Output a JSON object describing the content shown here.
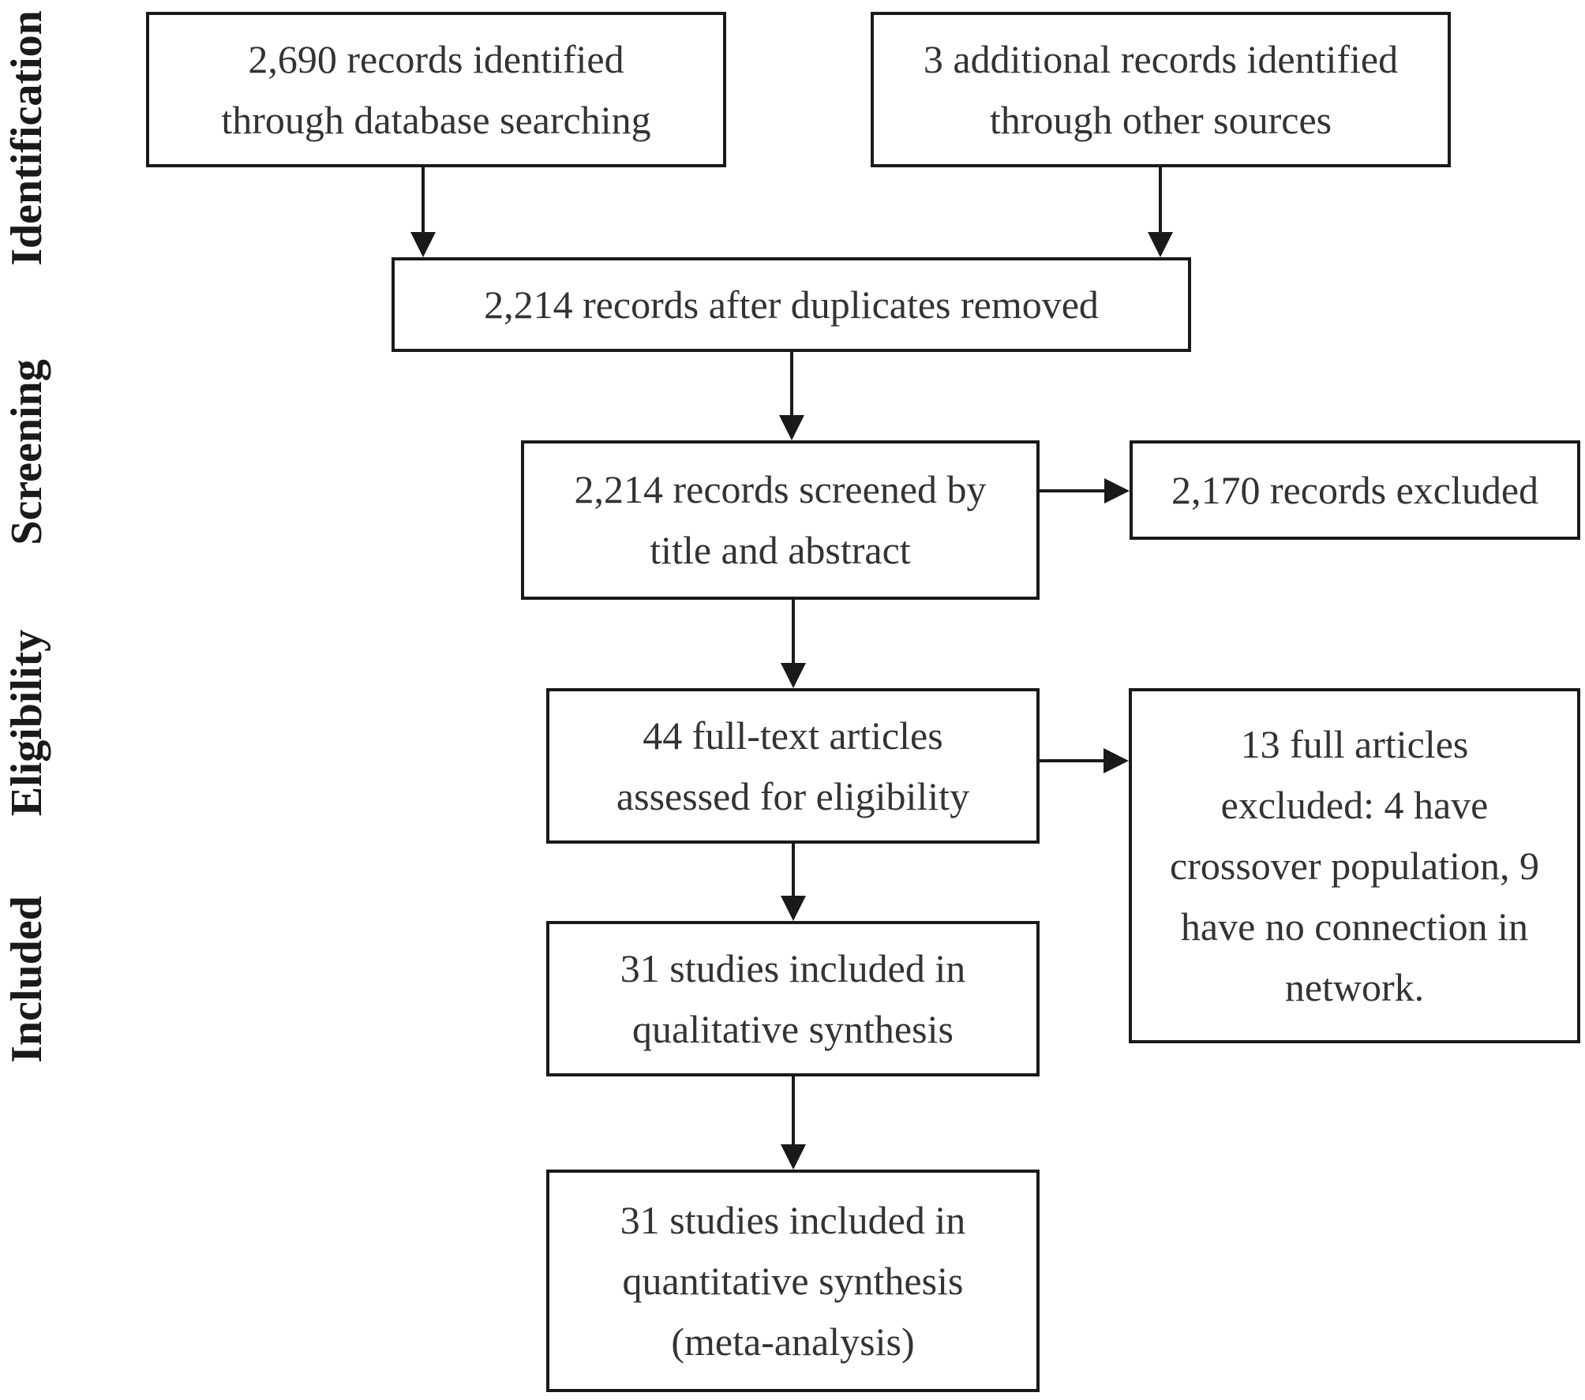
{
  "stages": {
    "identification": "Identification",
    "screening": "Screening",
    "eligibility": "Eligibility",
    "included": "Included"
  },
  "boxes": {
    "database_records": "2,690 records identified\nthrough database searching",
    "other_records": "3 additional records identified\nthrough other sources",
    "duplicates_removed": "2,214 records after duplicates removed",
    "screened": "2,214 records screened by\ntitle and abstract",
    "excluded_screening": "2,170 records excluded",
    "full_text_assessed": "44 full-text articles\nassessed for eligibility",
    "full_text_excluded": "13 full articles\nexcluded: 4 have\ncrossover population, 9\nhave no connection in\nnetwork.",
    "qualitative": "31 studies included in\nqualitative synthesis",
    "quantitative": "31 studies included in\nquantitative synthesis\n(meta-analysis)"
  },
  "colors": {
    "border": "#1a1a1a",
    "text": "#333333",
    "background": "#ffffff"
  }
}
